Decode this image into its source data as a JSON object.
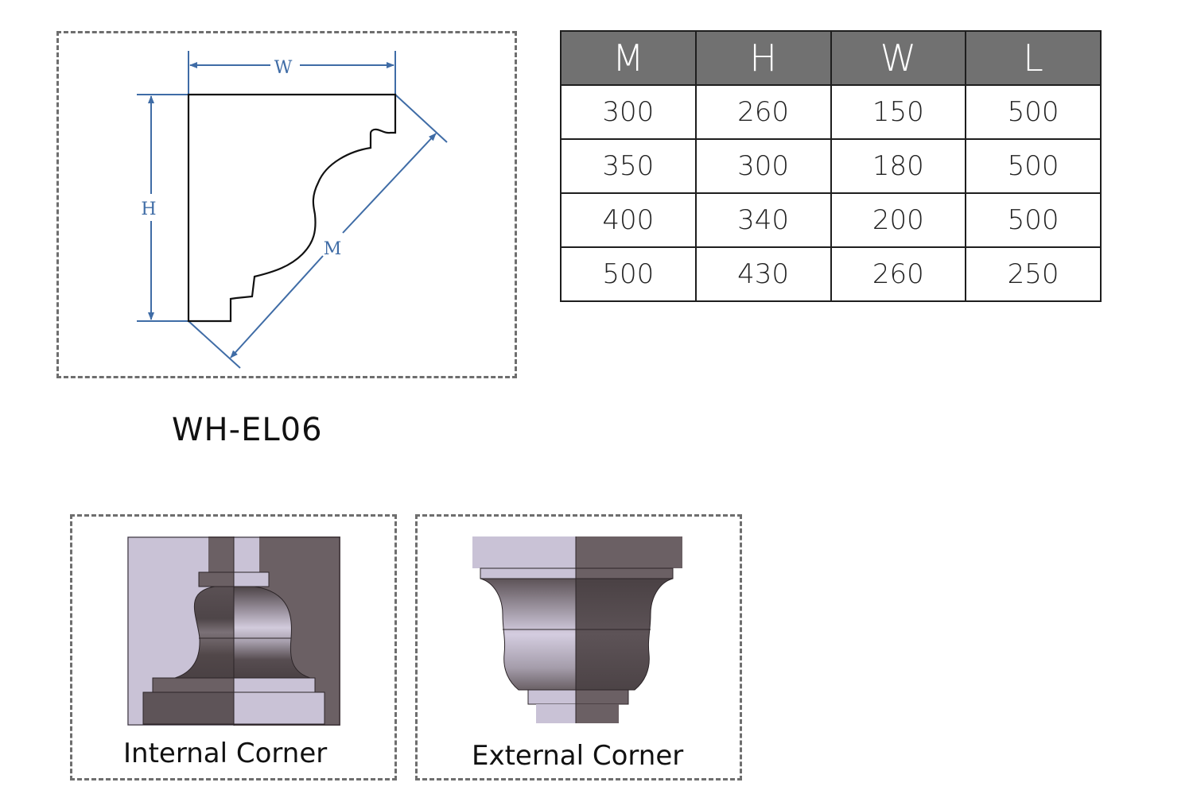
{
  "profile_diagram": {
    "dimension_labels": {
      "width": "W",
      "height": "H",
      "projection": "M"
    },
    "colors": {
      "dimension_line": "#3f6ca6",
      "profile_outline": "#111111",
      "dashed_border": "#6e6e6e"
    }
  },
  "product": {
    "code": "WH-EL06"
  },
  "spec_table": {
    "header_bg": "#717171",
    "columns": [
      "M",
      "H",
      "W",
      "L"
    ],
    "rows": [
      [
        "300",
        "260",
        "150",
        "500"
      ],
      [
        "350",
        "300",
        "180",
        "500"
      ],
      [
        "400",
        "340",
        "200",
        "500"
      ],
      [
        "500",
        "430",
        "260",
        "250"
      ]
    ]
  },
  "corners": {
    "internal": {
      "caption": "Internal Corner",
      "light_color": "#c9c2d6",
      "dark_color": "#6a5f63"
    },
    "external": {
      "caption": "External Corner",
      "light_color": "#c9c2d6",
      "dark_color": "#6a5f63"
    }
  }
}
